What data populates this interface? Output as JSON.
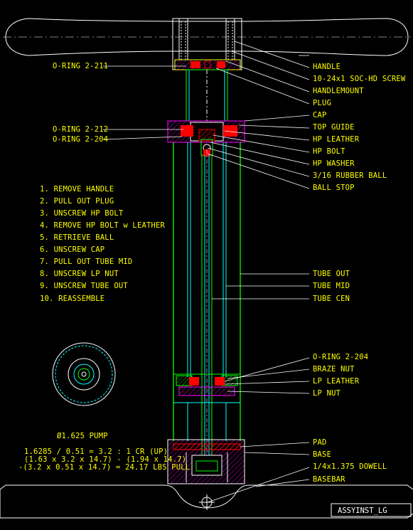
{
  "title_block": "ASSYINST_LG",
  "callouts_right": [
    "HANDLE",
    "10-24x1 SOC-HD SCREW",
    "HANDLEMOUNT",
    "PLUG",
    "CAP",
    "TOP GUIDE",
    "HP LEATHER",
    "HP BOLT",
    "HP WASHER",
    "3/16 RUBBER BALL",
    "BALL STOP",
    "TUBE OUT",
    "TUBE MID",
    "TUBE CEN",
    "O-RING 2-204",
    "BRAZE NUT",
    "LP LEATHER",
    "LP NUT",
    "PAD",
    "BASE",
    "1/4x1.375 DOWELL",
    "BASEBAR"
  ],
  "callouts_left": [
    "O-RING 2-211",
    "O-RING 2-212",
    "O-RING 2-204"
  ],
  "instructions": [
    "1. REMOVE HANDLE",
    "2. PULL OUT PLUG",
    "3. UNSCREW HP BOLT",
    "4. REMOVE HP BOLT w LEATHER",
    "5. RETRIEVE BALL",
    "6. UNSCREW CAP",
    "7. PULL OUT TUBE MID",
    "8. UNSCREW LP NUT",
    "9. UNSCREW TUBE OUT",
    "10. REASSEMBLE"
  ],
  "pump_label": "Ø1.625 PUMP",
  "calc_lines": [
    "1.6285 / 0.51 = 3.2 : 1 CR (UP)",
    "(1.63 x 3.2 x 14.7) - (1.94 x 14.7)",
    "-(3.2 x 0.51 x 14.7) = 24.17 LBS PULL"
  ],
  "colors": {
    "outline": "#ffffff",
    "tube": "#00ff00",
    "inner": "#00ffff",
    "part": "#ff0000",
    "label": "#ffff00",
    "hatch": "#ff00ff"
  }
}
